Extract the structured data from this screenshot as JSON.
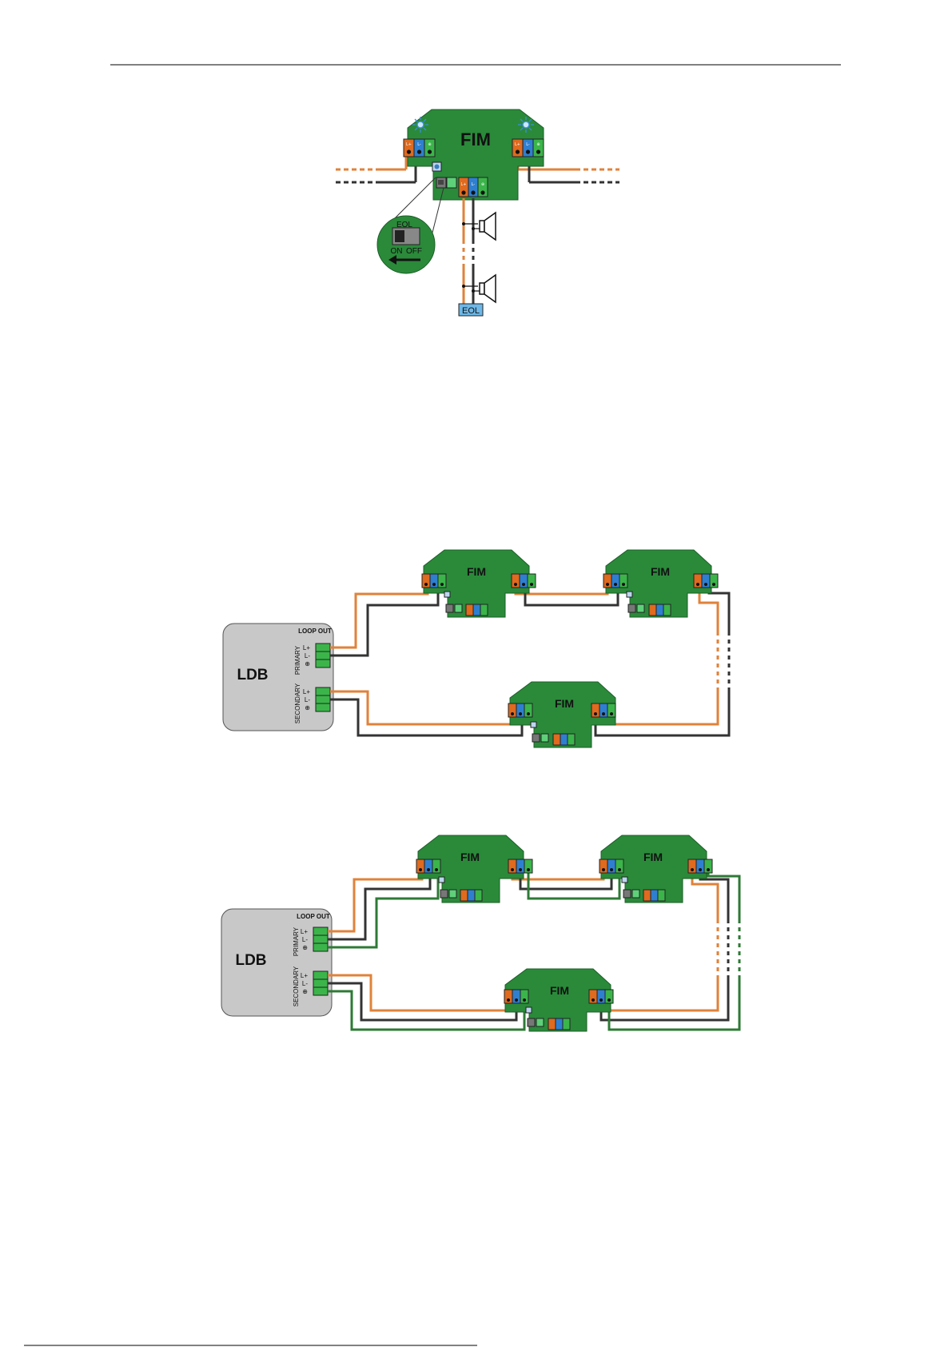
{
  "figure1": {
    "fim_label": "FIM",
    "eol_switch_title": "EOL",
    "eol_on": "ON",
    "eol_off": "OFF",
    "eol_box": "EOL",
    "terminal_labels": [
      "L+",
      "L-",
      "⊕"
    ]
  },
  "figure2": {
    "ldb_label": "LDB",
    "loop_out": "LOOP OUT",
    "primary": "PRIMARY",
    "secondary": "SECONDARY",
    "pin_labels": [
      "L+",
      "L-",
      "⊕"
    ],
    "fim_labels": [
      "FIM",
      "FIM",
      "FIM"
    ]
  },
  "figure3": {
    "ldb_label": "LDB",
    "loop_out": "LOOP OUT",
    "primary": "PRIMARY",
    "secondary": "SECONDARY",
    "pin_labels": [
      "L+",
      "L-",
      "⊕"
    ],
    "fim_labels": [
      "FIM",
      "FIM",
      "FIM"
    ]
  },
  "colors": {
    "board": "#2a8a3a",
    "wire_orange": "#e0823a",
    "wire_black": "#333333",
    "wire_green": "#2d7a35",
    "term_orange": "#e06a1e",
    "term_blue": "#2f7fd0",
    "term_green": "#3bb54a",
    "ldb_fill": "#c8c8c8",
    "eol_fill": "#6db8e8"
  }
}
